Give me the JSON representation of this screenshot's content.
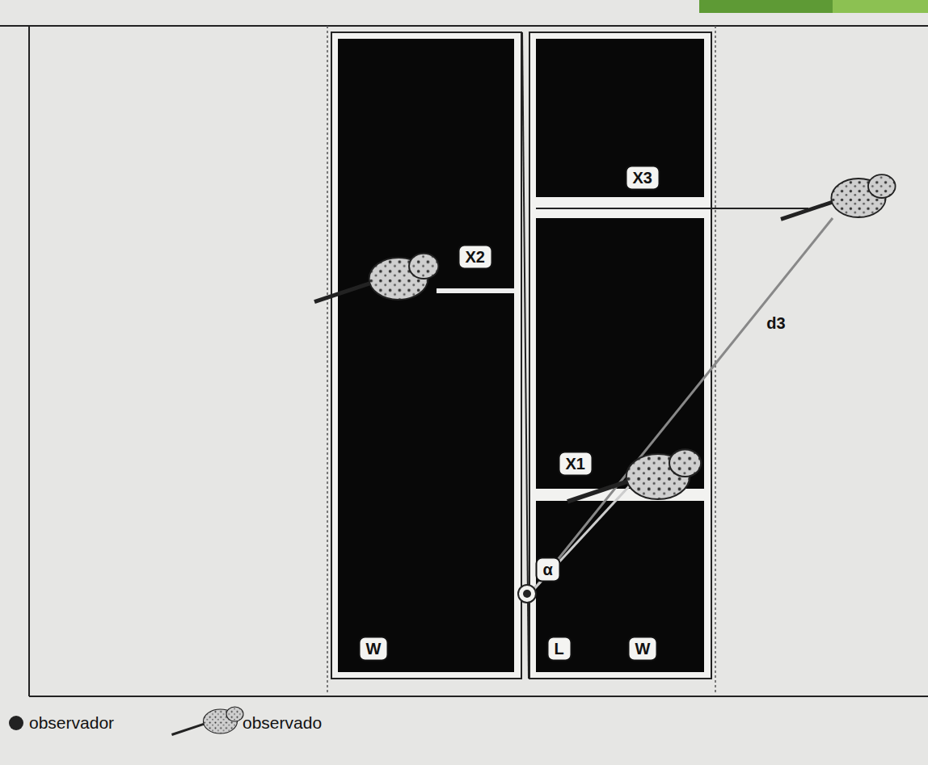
{
  "diagram": {
    "nodes": [
      {
        "text": [
          "X3"
        ]
      },
      {
        "text": [
          "X2"
        ]
      },
      {
        "text": [
          "X1"
        ]
      },
      {
        "text": [
          "α"
        ]
      },
      {
        "text": [
          "W"
        ]
      },
      {
        "text": [
          "L"
        ]
      },
      {
        "text": [
          "W"
        ]
      }
    ],
    "labels": [
      "d3"
    ],
    "legend": [
      {
        "text": "observador"
      },
      {
        "text": "observado"
      }
    ]
  }
}
